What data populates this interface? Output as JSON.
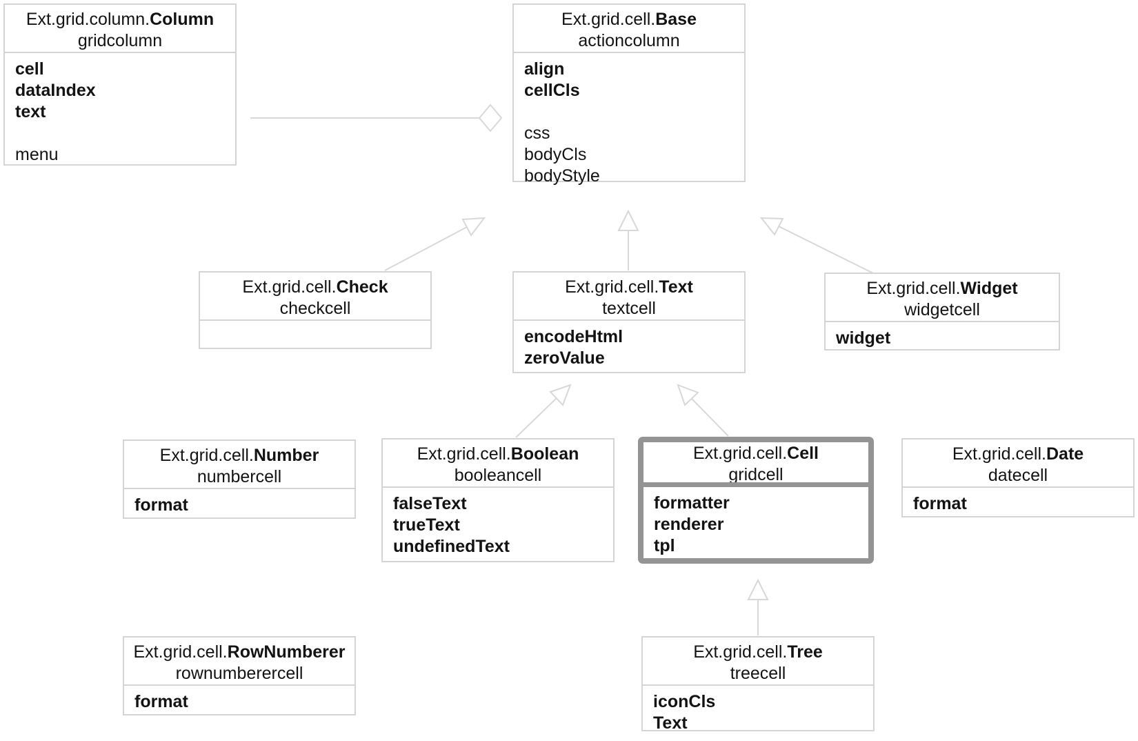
{
  "diagram": {
    "kind": "class-hierarchy",
    "colors": {
      "background": "#ffffff",
      "box_border": "#d4d4d4",
      "highlight_border": "#949494",
      "connector": "#d8d8d8",
      "text": "#131313"
    },
    "boxes": [
      {
        "namespace": "Ext.grid.column.",
        "class_name": "Column",
        "alias": "gridcolumn",
        "configs": [
          "cell",
          "dataIndex",
          "text"
        ],
        "properties": [
          "menu"
        ],
        "highlighted": false
      },
      {
        "namespace": "Ext.grid.cell.",
        "class_name": "Base",
        "alias": "actioncolumn",
        "configs": [
          "align",
          "cellCls"
        ],
        "properties": [
          "css",
          "bodyCls",
          "bodyStyle"
        ],
        "highlighted": false
      },
      {
        "namespace": "Ext.grid.cell.",
        "class_name": "Check",
        "alias": "checkcell",
        "configs": [],
        "properties": [],
        "highlighted": false
      },
      {
        "namespace": "Ext.grid.cell.",
        "class_name": "Text",
        "alias": "textcell",
        "configs": [
          "encodeHtml",
          "zeroValue"
        ],
        "properties": [],
        "highlighted": false
      },
      {
        "namespace": "Ext.grid.cell.",
        "class_name": "Widget",
        "alias": "widgetcell",
        "configs": [
          "widget"
        ],
        "properties": [],
        "highlighted": false
      },
      {
        "namespace": "Ext.grid.cell.",
        "class_name": "Number",
        "alias": "numbercell",
        "configs": [
          "format"
        ],
        "properties": [],
        "highlighted": false
      },
      {
        "namespace": "Ext.grid.cell.",
        "class_name": "Boolean",
        "alias": "booleancell",
        "configs": [
          "falseText",
          "trueText",
          "undefinedText"
        ],
        "properties": [],
        "highlighted": false
      },
      {
        "namespace": "Ext.grid.cell.",
        "class_name": "Cell",
        "alias": "gridcell",
        "configs": [
          "formatter",
          "renderer",
          "tpl"
        ],
        "properties": [],
        "highlighted": true
      },
      {
        "namespace": "Ext.grid.cell.",
        "class_name": "Date",
        "alias": "datecell",
        "configs": [
          "format"
        ],
        "properties": [],
        "highlighted": false
      },
      {
        "namespace": "Ext.grid.cell.",
        "class_name": "RowNumberer",
        "alias": "rownumberercell",
        "configs": [
          "format"
        ],
        "properties": [],
        "highlighted": false
      },
      {
        "namespace": "Ext.grid.cell.",
        "class_name": "Tree",
        "alias": "treecell",
        "configs": [
          "iconCls",
          "Text"
        ],
        "properties": [],
        "highlighted": false
      }
    ],
    "relationships": [
      {
        "type": "aggregation",
        "from": "Ext.grid.column.Column",
        "to": "Ext.grid.cell.Base"
      },
      {
        "type": "inheritance",
        "from": "Ext.grid.cell.Check",
        "to": "Ext.grid.cell.Base"
      },
      {
        "type": "inheritance",
        "from": "Ext.grid.cell.Text",
        "to": "Ext.grid.cell.Base"
      },
      {
        "type": "inheritance",
        "from": "Ext.grid.cell.Widget",
        "to": "Ext.grid.cell.Base"
      },
      {
        "type": "inheritance",
        "from": "Ext.grid.cell.Boolean",
        "to": "Ext.grid.cell.Text"
      },
      {
        "type": "inheritance",
        "from": "Ext.grid.cell.Cell",
        "to": "Ext.grid.cell.Text"
      },
      {
        "type": "inheritance",
        "from": "Ext.grid.cell.Tree",
        "to": "Ext.grid.cell.Cell"
      }
    ]
  }
}
